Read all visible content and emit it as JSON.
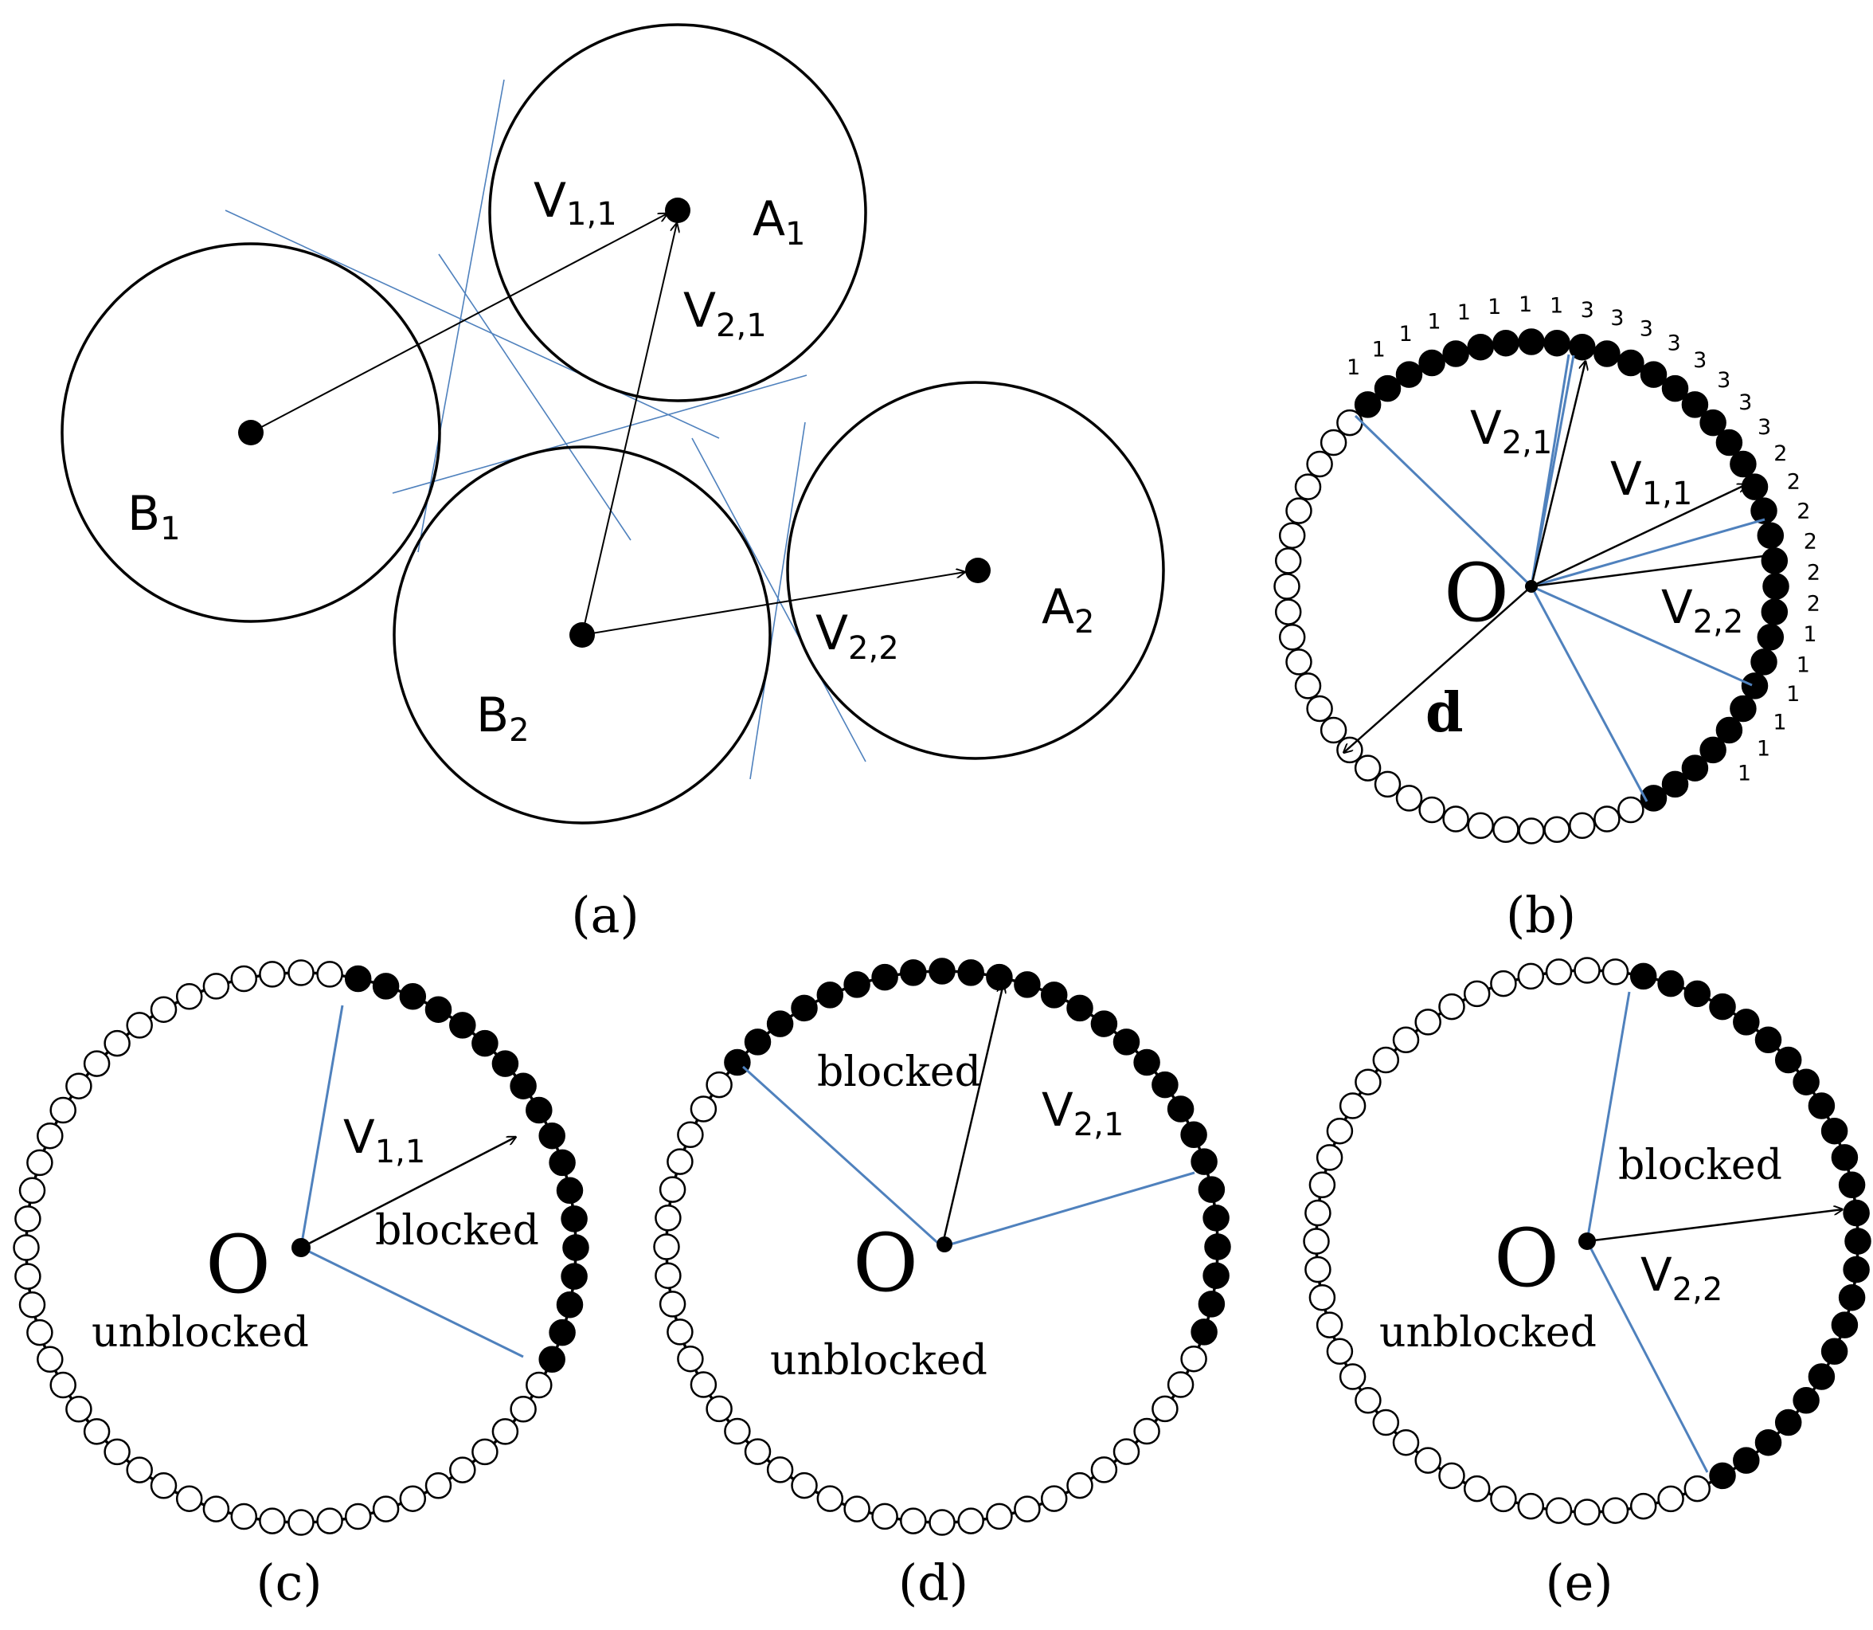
{
  "panel_a": {
    "caption": "(a)",
    "circle_labels": {
      "a1": "A",
      "a1_sub": "1",
      "a2": "A",
      "a2_sub": "2",
      "b1": "B",
      "b1_sub": "1",
      "b2": "B",
      "b2_sub": "2"
    },
    "vector_labels": {
      "v11": "V",
      "v11_sub": "1,1",
      "v21": "V",
      "v21_sub": "2,1",
      "v22": "V",
      "v22_sub": "2,2"
    }
  },
  "panel_b": {
    "caption": "(b)",
    "origin_label": "O",
    "distance_label": "d",
    "vector_labels": {
      "v21": "V",
      "v21_sub": "2,1",
      "v11": "V",
      "v11_sub": "1,1",
      "v22": "V",
      "v22_sub": "2,2"
    },
    "marker_counts": [
      "1",
      "1",
      "1",
      "1",
      "1",
      "1",
      "1",
      "1",
      "3",
      "3",
      "3",
      "3",
      "3",
      "3",
      "3",
      "3",
      "2",
      "2",
      "2",
      "2",
      "2",
      "2",
      "1",
      "1",
      "1",
      "1",
      "1",
      "1"
    ]
  },
  "panel_c": {
    "caption": "(c)",
    "origin_label": "O",
    "blocked_label": "blocked",
    "unblocked_label": "unblocked",
    "vector_label": "V",
    "vector_sub": "1,1"
  },
  "panel_d": {
    "caption": "(d)",
    "origin_label": "O",
    "blocked_label": "blocked",
    "unblocked_label": "unblocked",
    "vector_label": "V",
    "vector_sub": "2,1"
  },
  "panel_e": {
    "caption": "(e)",
    "origin_label": "O",
    "blocked_label": "blocked",
    "unblocked_label": "unblocked",
    "vector_label": "V",
    "vector_sub": "2,2"
  },
  "colors": {
    "ink": "#000000",
    "tangent": "#4f81bd",
    "background": "#ffffff"
  }
}
